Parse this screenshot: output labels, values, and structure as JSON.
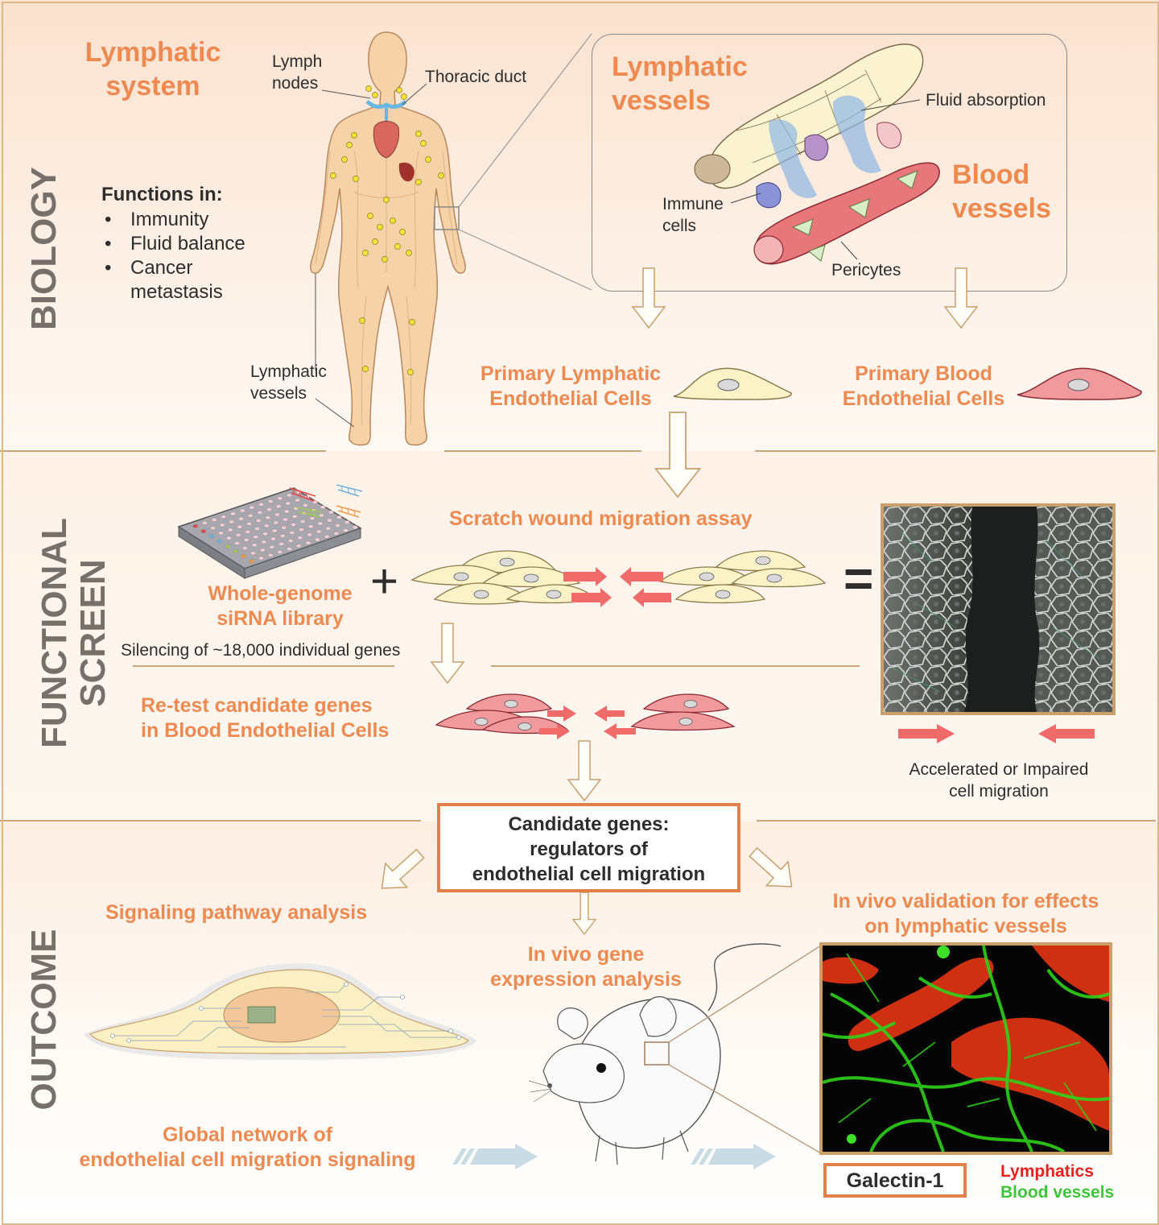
{
  "sections": {
    "biology": "BIOLOGY",
    "functional_screen": [
      "FUNCTIONAL",
      "SCREEN"
    ],
    "outcome": "OUTCOME"
  },
  "biology": {
    "lymphatic_system_title": [
      "Lymphatic",
      "system"
    ],
    "functions_heading": "Functions in:",
    "functions": [
      "Immunity",
      "Fluid balance",
      "Cancer",
      "metastasis"
    ],
    "body_labels": {
      "lymph_nodes": [
        "Lymph",
        "nodes"
      ],
      "thoracic_duct": "Thoracic duct",
      "lymphatic_vessels": [
        "Lymphatic",
        "vessels"
      ]
    },
    "inset": {
      "lymphatic_vessels": [
        "Lymphatic",
        "vessels"
      ],
      "fluid_absorption": "Fluid absorption",
      "blood_vessels": [
        "Blood",
        "vessels"
      ],
      "immune_cells": [
        "Immune",
        "cells"
      ],
      "pericytes": "Pericytes"
    },
    "primary_lymphatic": [
      "Primary Lymphatic",
      "Endothelial Cells"
    ],
    "primary_blood": [
      "Primary Blood",
      "Endothelial Cells"
    ]
  },
  "screen": {
    "assay_title": "Scratch wound migration assay",
    "library": [
      "Whole-genome",
      "siRNA library"
    ],
    "silencing": "Silencing of ~18,000 individual genes",
    "retest": [
      "Re-test candidate genes",
      "in Blood Endothelial Cells"
    ],
    "migration_result": [
      "Accelerated or Impaired",
      "cell migration"
    ],
    "plus_sign": "+",
    "equals_sign": "="
  },
  "outcome": {
    "candidate_box": [
      "Candidate genes:",
      "regulators of",
      "endothelial cell migration"
    ],
    "signaling": "Signaling pathway analysis",
    "in_vivo_expression": [
      "In vivo gene",
      "expression analysis"
    ],
    "in_vivo_validation": [
      "In vivo validation for effects",
      "on lymphatic vessels"
    ],
    "global_network": [
      "Global network of",
      "endothelial cell migration signaling"
    ],
    "galectin": "Galectin-1",
    "legend": {
      "lymphatics": "Lymphatics",
      "blood_vessels": "Blood vessels"
    }
  },
  "colors": {
    "orange_text": "#ee8a4f",
    "section_label": "#77706a",
    "lymphatics_legend": "#e8201e",
    "blood_vessels_legend": "#3ec63a",
    "frame": "#d9b98b"
  }
}
